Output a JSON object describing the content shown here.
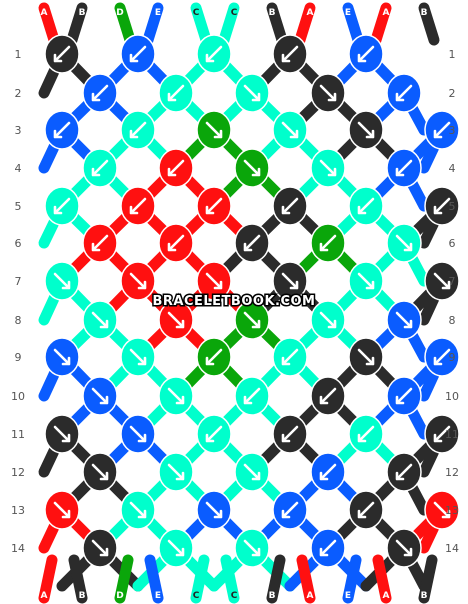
{
  "colors": {
    "A": "#ff1010",
    "B": "#2b2b2b",
    "C": "#00ffcc",
    "D": "#0aa60a",
    "E": "#0a5cff"
  },
  "string_labels": [
    "A",
    "B",
    "D",
    "E",
    "C",
    "C",
    "B",
    "A",
    "E",
    "A",
    "B"
  ],
  "end_labels": [
    "A",
    "B",
    "D",
    "E",
    "C",
    "C",
    "B",
    "A",
    "E",
    "A",
    "B"
  ],
  "row_labels": [
    "1",
    "2",
    "3",
    "4",
    "5",
    "6",
    "7",
    "8",
    "9",
    "10",
    "11",
    "12",
    "13",
    "14"
  ],
  "watermark": "BRACELETBOOK.COM",
  "knots": [
    [
      "B.SW",
      "E.SW",
      "C.SW",
      "B.SW",
      "E.SW"
    ],
    [
      "E.SW",
      "C.SW",
      "C.SE",
      "B.SE",
      "E.SW"
    ],
    [
      "E.SW",
      "C.SW",
      "D.SE",
      "C.SE",
      "B.SE",
      "E.SW"
    ],
    [
      "C.SW",
      "A.SW",
      "D.SE",
      "C.SE",
      "E.SW"
    ],
    [
      "C.SW",
      "A.SW",
      "A.SW",
      "B.SW",
      "C.SW",
      "B.SW"
    ],
    [
      "A.SW",
      "A.SW",
      "B.SW",
      "D.SW",
      "C.SE"
    ],
    [
      "C.SE",
      "A.SE",
      "A.SE",
      "B.SE",
      "C.SE",
      "B.SE"
    ],
    [
      "C.SE",
      "A.SE",
      "D.SE",
      "C.SE",
      "E.SE"
    ],
    [
      "E.SE",
      "C.SE",
      "D.SW",
      "C.SW",
      "B.SE",
      "E.SW"
    ],
    [
      "E.SE",
      "C.SE",
      "C.SW",
      "B.SW",
      "E.SW"
    ],
    [
      "B.SE",
      "E.SE",
      "C.SW",
      "B.SW",
      "C.SW",
      "B.SW"
    ],
    [
      "B.SE",
      "C.SE",
      "C.SE",
      "E.SW",
      "B.SW"
    ],
    [
      "A.SE",
      "C.SE",
      "E.SE",
      "E.SW",
      "B.SW",
      "A.SE"
    ],
    [
      "B.SE",
      "C.SE",
      "C.SE",
      "E.SW",
      "B.SE"
    ]
  ]
}
